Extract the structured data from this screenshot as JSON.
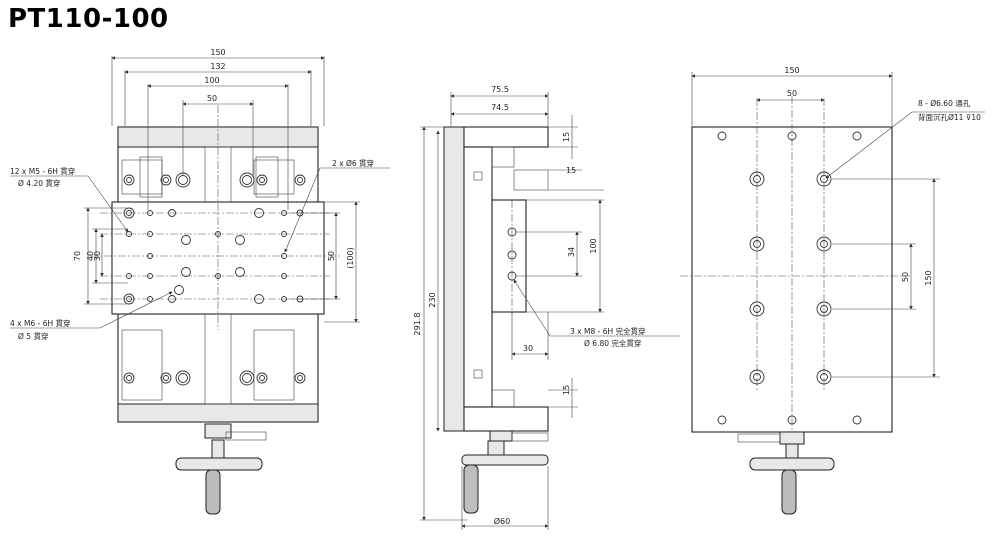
{
  "title": "PT110-100",
  "front_view": {
    "dims_top": [
      "150",
      "132",
      "100",
      "50"
    ],
    "dims_left": [
      "70",
      "40",
      "30"
    ],
    "dims_right": [
      "50",
      "(100)"
    ],
    "note_m5": [
      "12 x  M5 - 6H 貫穿",
      "Ø 4.20 貫穿"
    ],
    "note_phi6": "2 x Ø6 貫穿",
    "note_m6": [
      "4 x  M6 - 6H 貫穿",
      "Ø 5 貫穿"
    ]
  },
  "side_view": {
    "dims_top": [
      "75.5",
      "74.5"
    ],
    "dims_left": [
      "291.8",
      "230"
    ],
    "dims_right": [
      "15",
      "15",
      "100",
      "34",
      "15"
    ],
    "dim_bottom": "30",
    "dim_phi60": "Ø60",
    "note_m8": [
      "3 x  M8 - 6H 完全貫穿",
      "Ø 6.80 完全貫穿"
    ]
  },
  "back_view": {
    "dims_top": [
      "150",
      "50"
    ],
    "dims_right": [
      "50",
      "150"
    ],
    "note_holes": [
      "8 - Ø6.60 通孔",
      "背面沉孔Ø11 ⊽10"
    ]
  }
}
